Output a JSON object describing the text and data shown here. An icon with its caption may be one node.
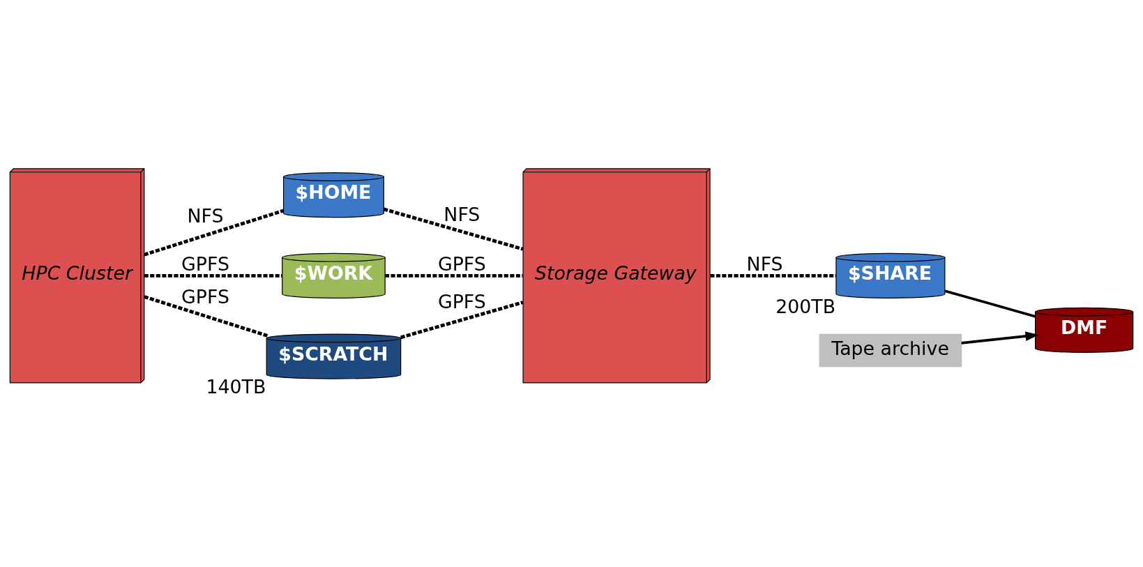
{
  "diagram": {
    "nodes": [
      {
        "text": [
          "HPC Cluster"
        ]
      },
      {
        "text": [
          "$HOME"
        ]
      },
      {
        "text": [
          "$WORK"
        ]
      },
      {
        "text": [
          "$SCRATCH"
        ],
        "beside": [
          "140TB"
        ]
      },
      {
        "text": [
          "Storage Gateway"
        ]
      },
      {
        "text": [
          "$SHARE"
        ],
        "beside": [
          "200TB"
        ]
      },
      {
        "text": [
          "DMF"
        ]
      },
      {
        "text": [
          "Tape archive"
        ]
      }
    ],
    "edges": [
      {
        "from": 0,
        "to": 1,
        "arrow": "none",
        "label": "NFS",
        "style": "dashed"
      },
      {
        "from": 1,
        "to": 4,
        "arrow": "none",
        "label": "NFS",
        "style": "dashed"
      },
      {
        "from": 4,
        "to": 5,
        "arrow": "none",
        "label": "NFS",
        "style": "dashed"
      },
      {
        "from": 0,
        "to": 2,
        "arrow": "none",
        "label": "GPFS",
        "style": "dashed"
      },
      {
        "from": 2,
        "to": 4,
        "arrow": "none",
        "label": "GPFS",
        "style": "dashed"
      },
      {
        "from": 0,
        "to": 3,
        "arrow": "none",
        "label": "GPFS",
        "style": "dashed"
      },
      {
        "from": 3,
        "to": 4,
        "arrow": "none",
        "label": "GPFS",
        "style": "dashed"
      },
      {
        "from": 5,
        "to": 6,
        "arrow": "none"
      },
      {
        "from": 7,
        "to": 6,
        "arrow": "to"
      }
    ]
  }
}
